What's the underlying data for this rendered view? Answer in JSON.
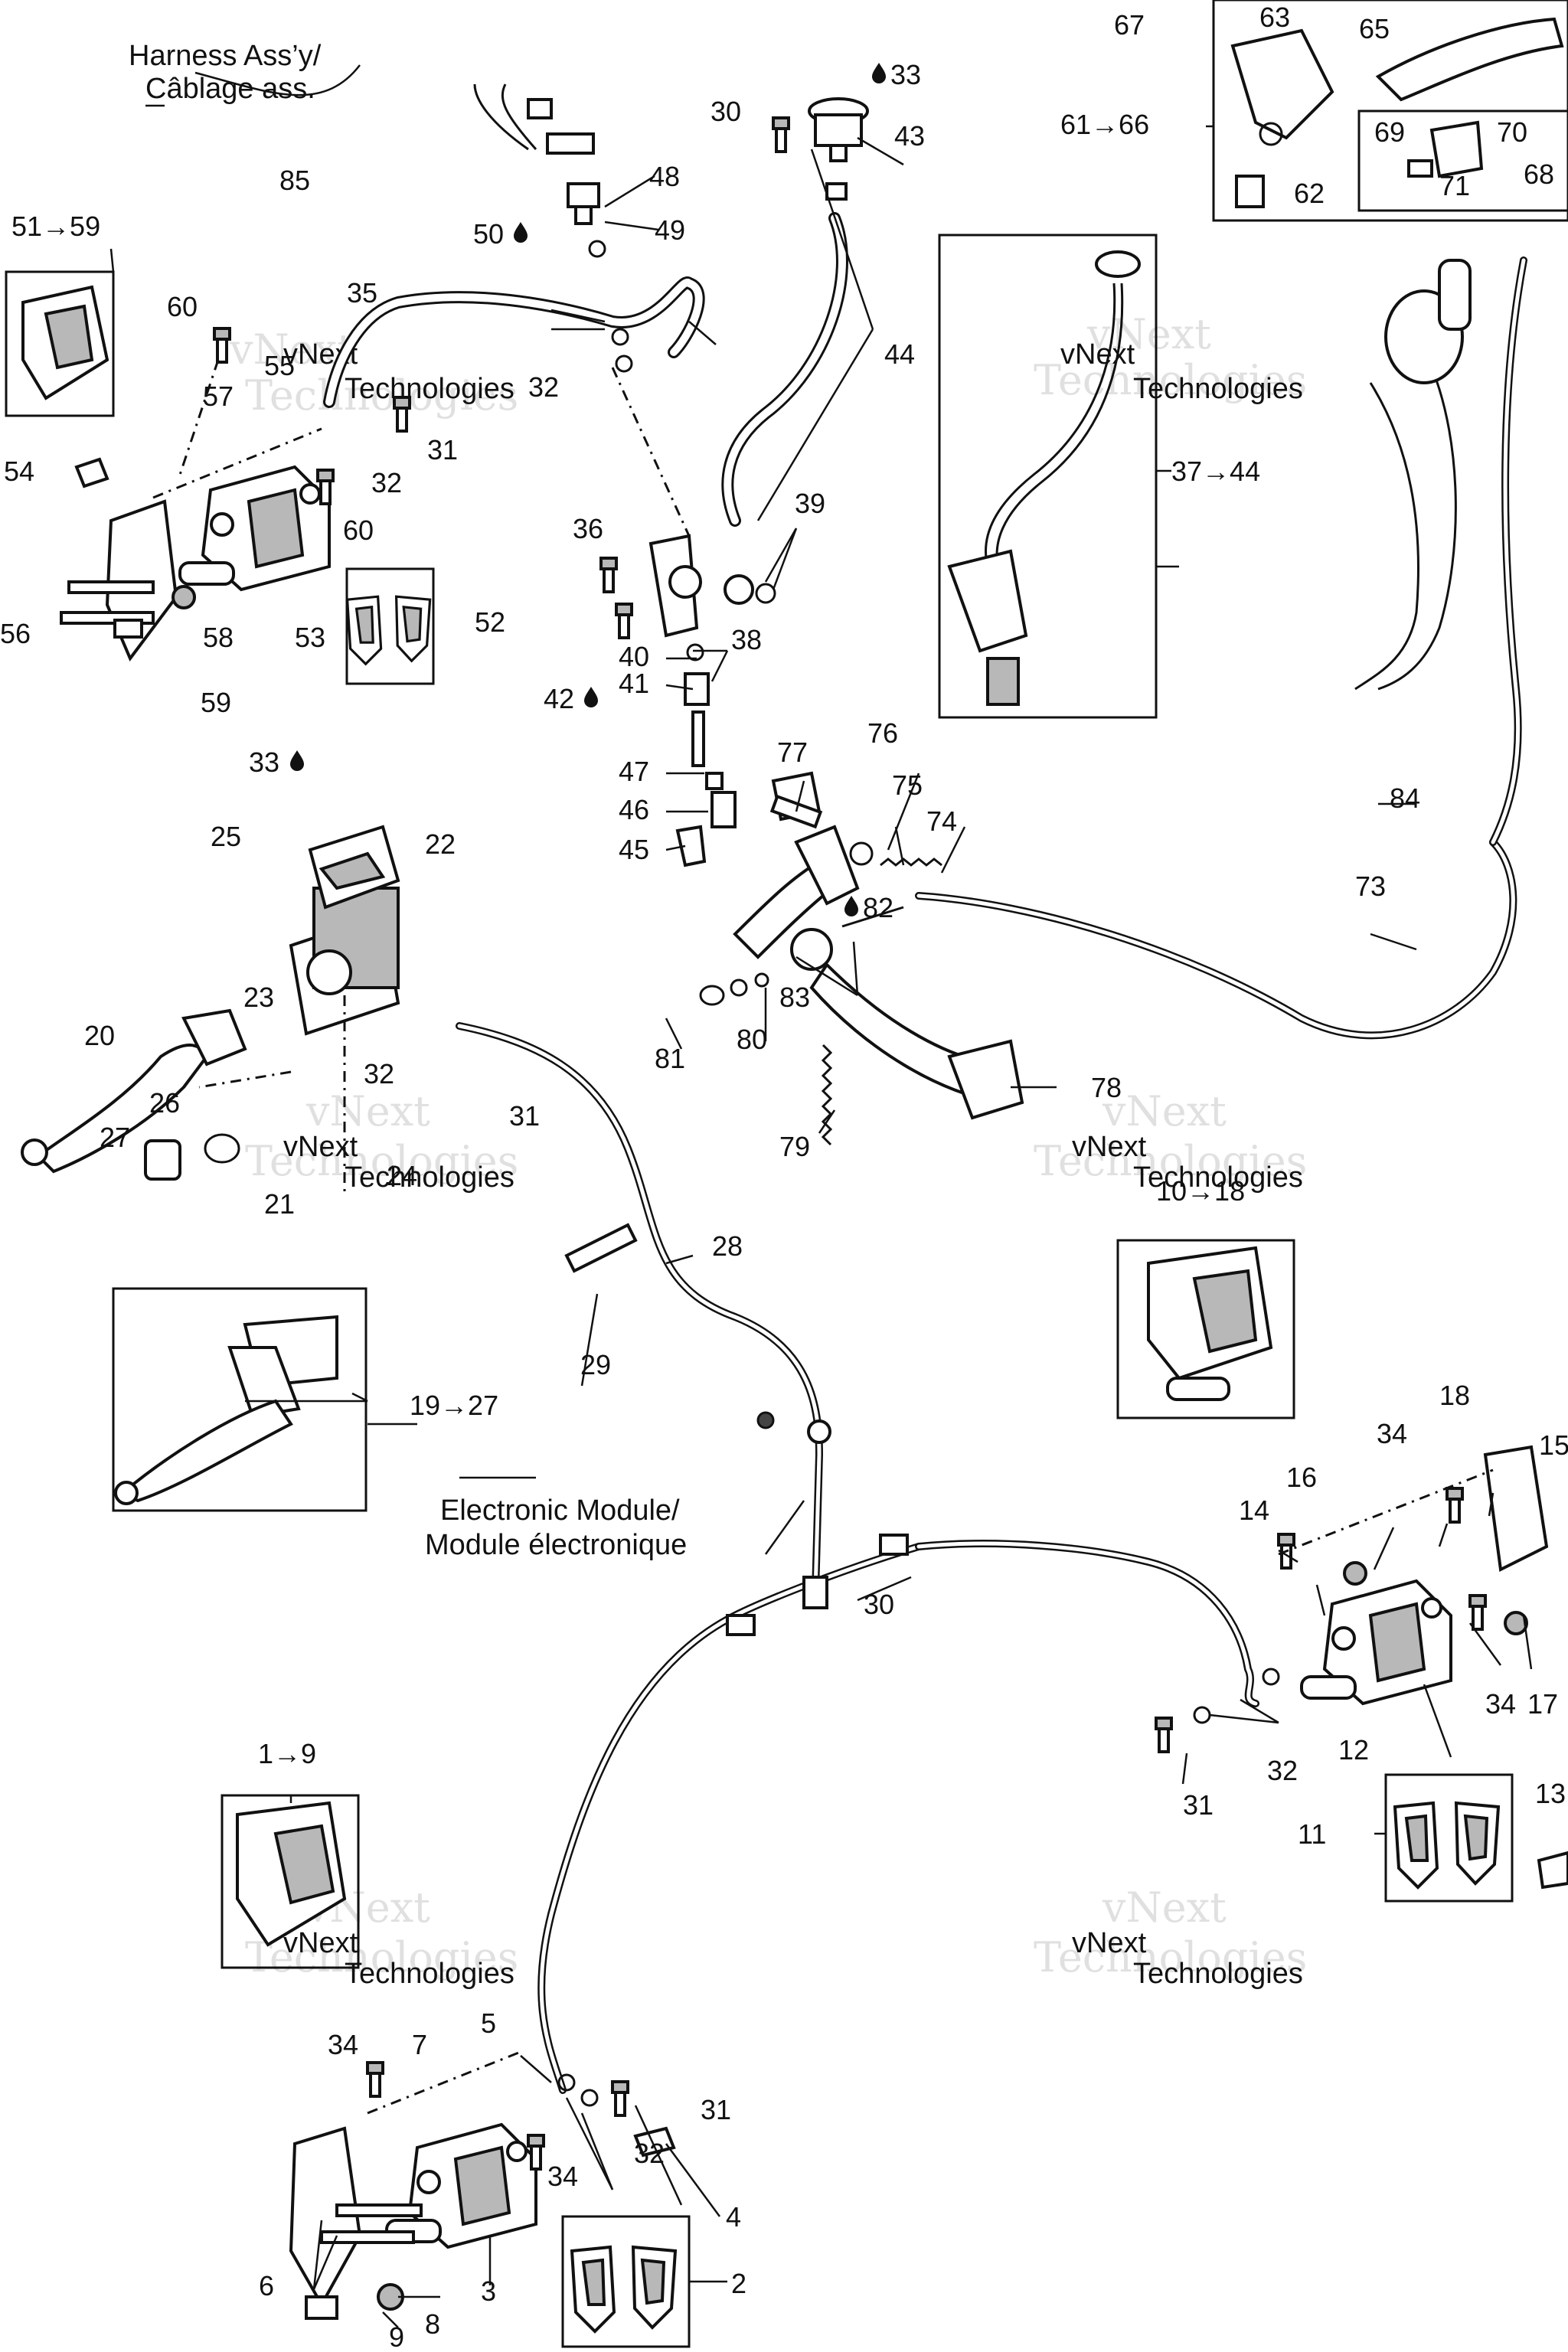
{
  "notes": {
    "harness": "Harness Ass’y/ Câblage ass.",
    "harness_line1": "Harness Ass’y/",
    "harness_line2": "Câblage ass.",
    "module_line1": "Electronic Module/",
    "module_line2": "Module électronique"
  },
  "watermark": {
    "line1": "vNext",
    "line2": "Technologies"
  },
  "icons": {
    "fluid": "drop-icon",
    "range": "arrow-right-icon"
  },
  "callouts": {
    "c1_9": "1→9",
    "c2": "2",
    "c3": "3",
    "c4": "4",
    "c5": "5",
    "c6": "6",
    "c7": "7",
    "c8": "8",
    "c9": "9",
    "c10_18": "10→18",
    "c11": "11",
    "c12": "12",
    "c13": "13",
    "c14": "14",
    "c15": "15",
    "c16": "16",
    "c17": "17",
    "c18": "18",
    "c19_27": "19→27",
    "c20": "20",
    "c21": "21",
    "c22": "22",
    "c23": "23",
    "c24": "24",
    "c25": "25",
    "c26": "26",
    "c27": "27",
    "c28": "28",
    "c29": "29",
    "c30a": "30",
    "c30b": "30",
    "c31a": "31",
    "c31b": "31",
    "c31c": "31",
    "c31d": "31",
    "c32a": "32",
    "c32b": "32",
    "c32c": "32",
    "c32d": "32",
    "c32e": "32",
    "c33a": "33",
    "c33b": "33",
    "c34a": "34",
    "c34b": "34",
    "c34c": "34",
    "c34d": "34",
    "c35": "35",
    "c36": "36",
    "c37_44": "37→44",
    "c38": "38",
    "c39": "39",
    "c40": "40",
    "c41": "41",
    "c42": "42",
    "c43": "43",
    "c44": "44",
    "c45": "45",
    "c46": "46",
    "c47": "47",
    "c48": "48",
    "c49": "49",
    "c50": "50",
    "c51_59": "51→59",
    "c52": "52",
    "c53": "53",
    "c54": "54",
    "c55": "55",
    "c56": "56",
    "c57": "57",
    "c58": "58",
    "c59": "59",
    "c60a": "60",
    "c60b": "60",
    "c61_66": "61→66",
    "c62": "62",
    "c63": "63",
    "c65": "65",
    "c67": "67",
    "c68": "68",
    "c69": "69",
    "c70": "70",
    "c71": "71",
    "c73": "73",
    "c74": "74",
    "c75": "75",
    "c76": "76",
    "c77": "77",
    "c78": "78",
    "c79": "79",
    "c80": "80",
    "c81": "81",
    "c82": "82",
    "c83": "83",
    "c84": "84",
    "c85": "85"
  }
}
